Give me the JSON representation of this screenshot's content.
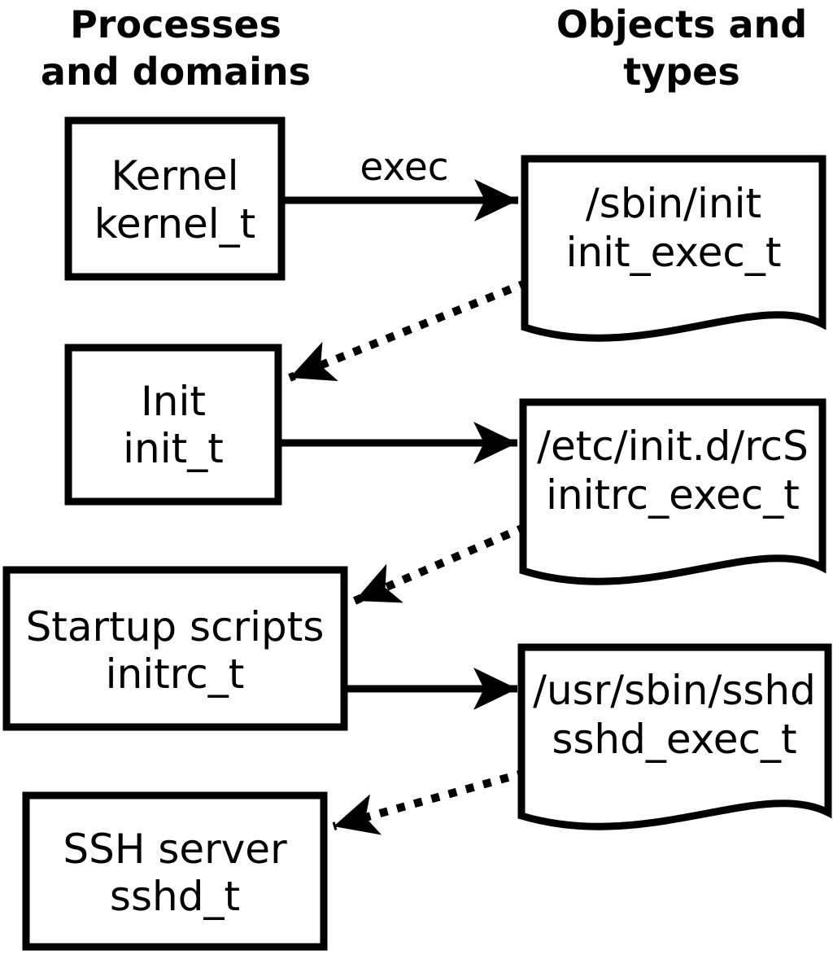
{
  "headers": {
    "left": {
      "line1": "Processes",
      "line2": "and domains"
    },
    "right": {
      "line1": "Objects and",
      "line2": "types"
    }
  },
  "process_boxes": [
    {
      "label": "Kernel",
      "type": "kernel_t"
    },
    {
      "label": "Init",
      "type": "init_t"
    },
    {
      "label": "Startup scripts",
      "type": "initrc_t"
    },
    {
      "label": "SSH server",
      "type": "sshd_t"
    }
  ],
  "object_docs": [
    {
      "path": "/sbin/init",
      "type": "init_exec_t"
    },
    {
      "path": "/etc/init.d/rcS",
      "type": "initrc_exec_t"
    },
    {
      "path": "/usr/sbin/sshd",
      "type": "sshd_exec_t"
    }
  ],
  "arrow_labels": {
    "exec": "exec"
  },
  "colors": {
    "ink": "#000000",
    "background": "#ffffff"
  }
}
